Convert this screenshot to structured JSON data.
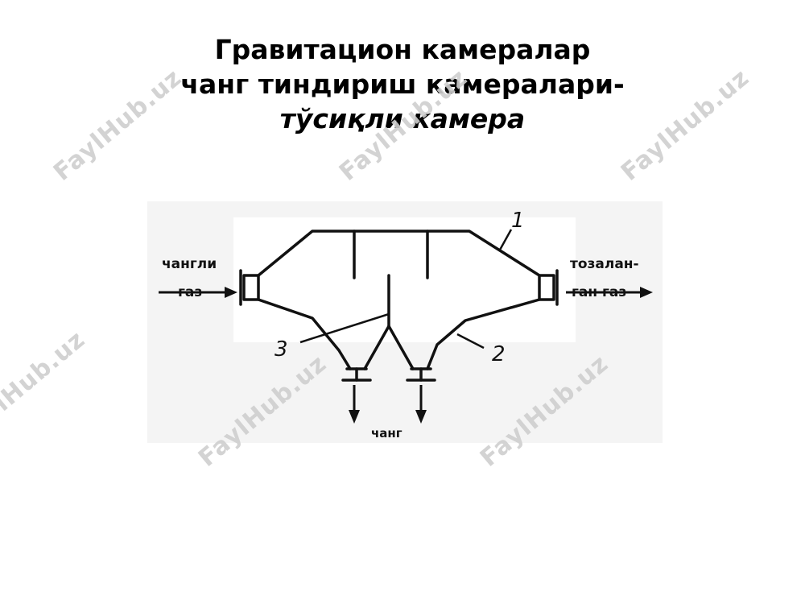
{
  "title": {
    "line1": "Гравитацион камералар",
    "line2": "чанг тиндириш камералари-",
    "line3": "тўсиқли камера"
  },
  "watermark_text": "FaylHub.uz",
  "diagram": {
    "inlet_label_1": "чангли",
    "inlet_label_2": "газ",
    "outlet_label_1": "тозалан-",
    "outlet_label_2": "ган газ",
    "dust_label": "чанг",
    "marker_1": "1",
    "marker_2": "2",
    "marker_3": "3"
  }
}
